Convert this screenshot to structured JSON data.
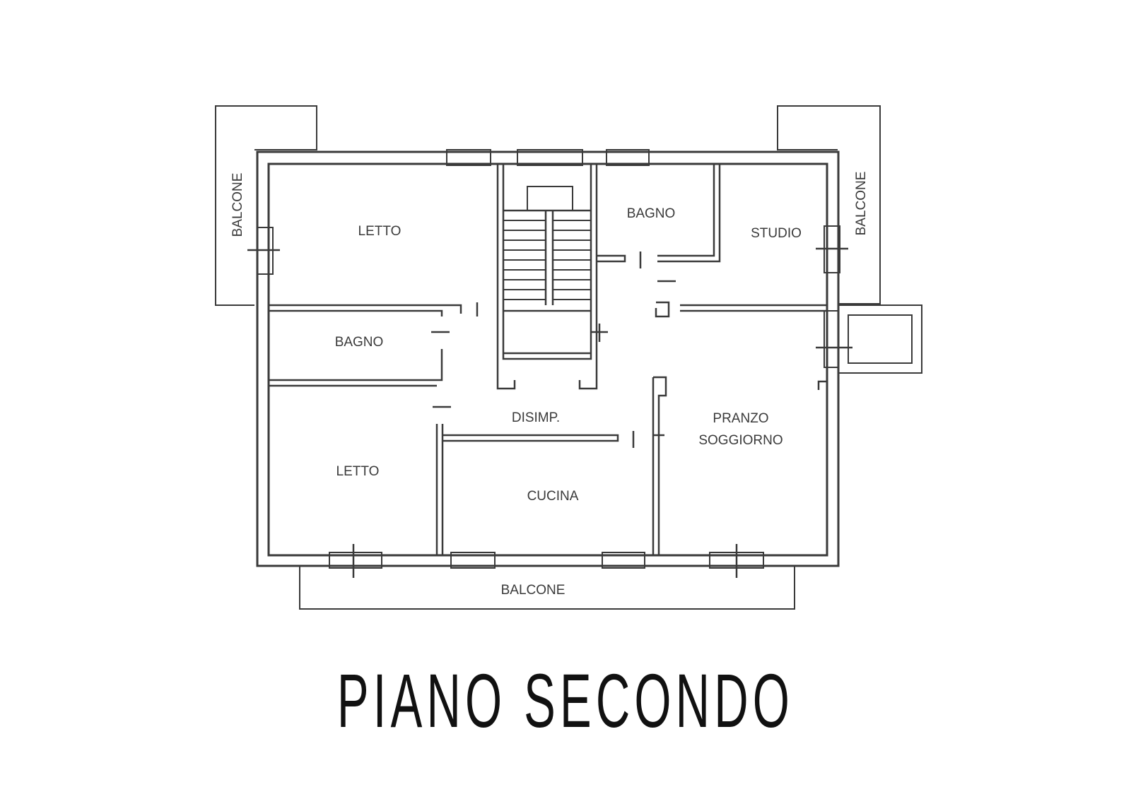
{
  "floor": {
    "title": "PIANO SECONDO",
    "rooms": {
      "letto_top": "LETTO",
      "bagno_left": "BAGNO",
      "letto_bottom": "LETTO",
      "bagno_top": "BAGNO",
      "studio": "STUDIO",
      "disimp": "DISIMP.",
      "cucina": "CUCINA",
      "pranzo_line1": "PRANZO",
      "pranzo_line2": "SOGGIORNO",
      "balcone_left": "BALCONE",
      "balcone_right": "BALCONE",
      "balcone_bottom": "BALCONE"
    }
  },
  "colors": {
    "line": "#3a3a3a",
    "title": "#111111",
    "background": "#ffffff"
  }
}
